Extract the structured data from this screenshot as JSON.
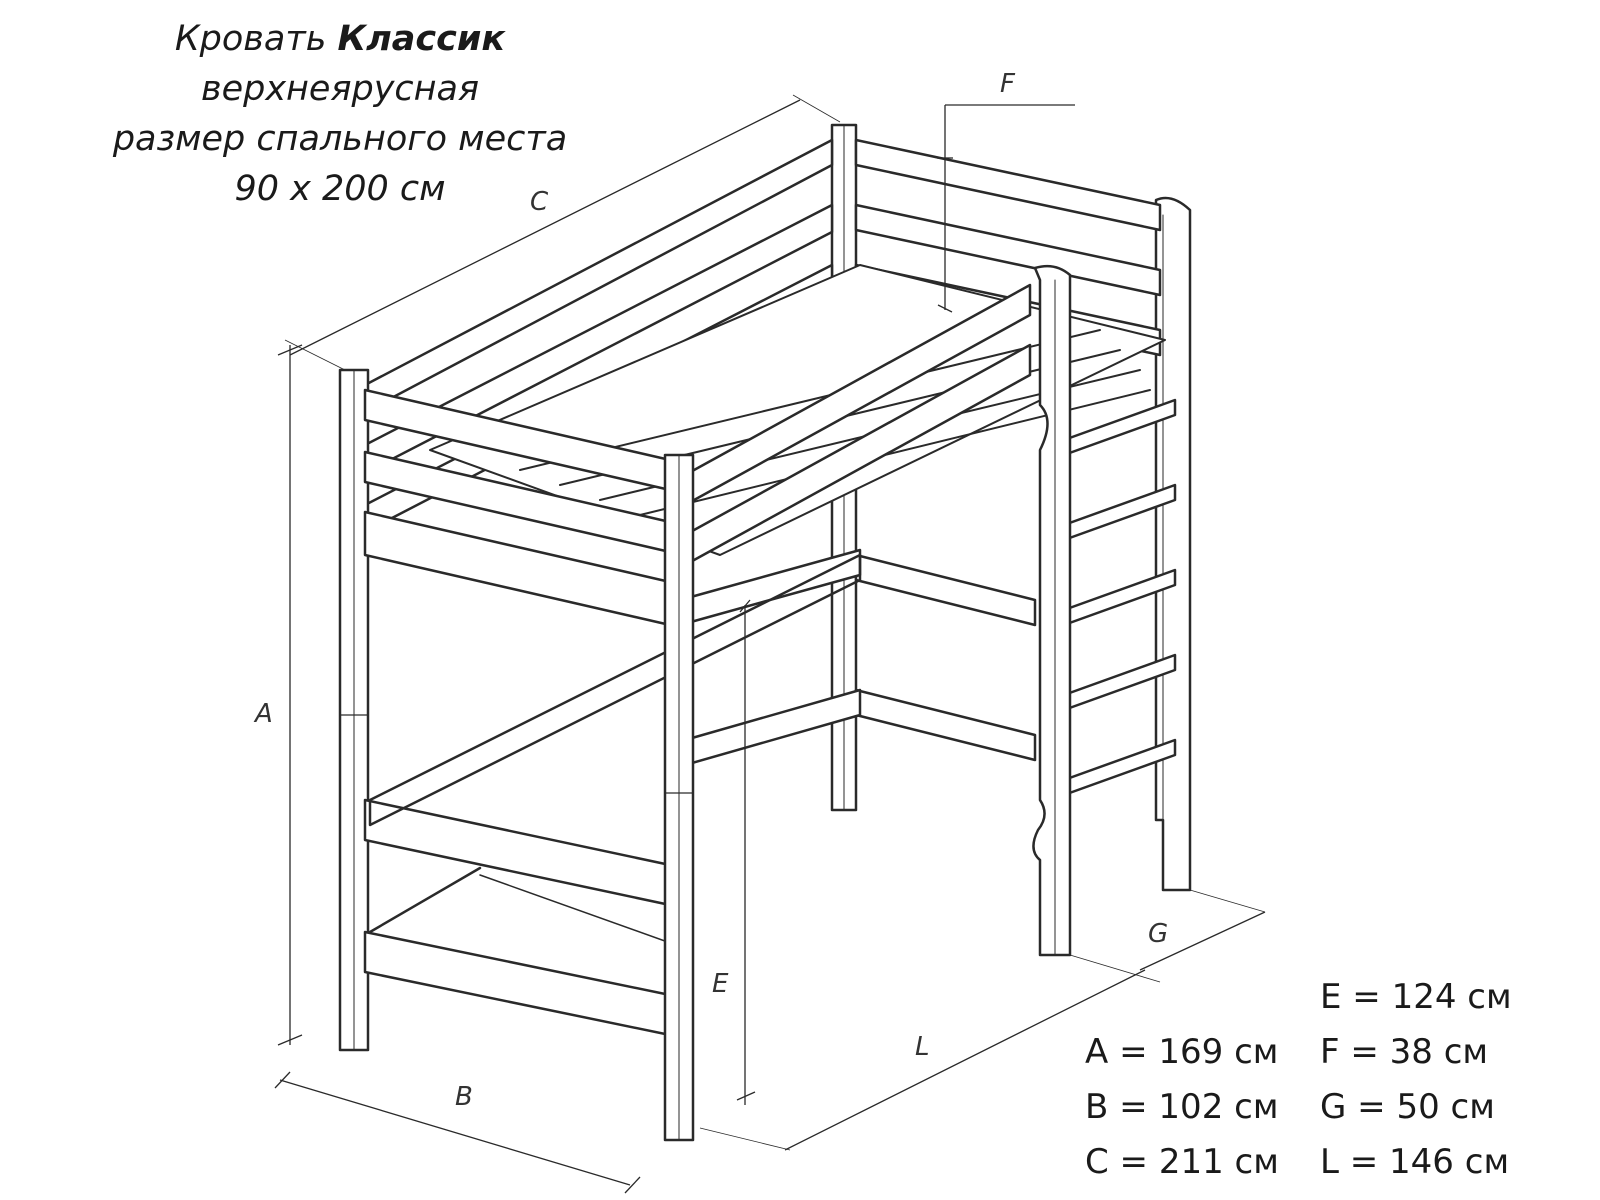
{
  "title": {
    "prefix": "Кровать ",
    "model": "Классик",
    "line2": "верхнеярусная",
    "line3": "размер спального места",
    "line4": "90 х 200 см"
  },
  "labels": {
    "A": "A",
    "B": "B",
    "C": "C",
    "E": "E",
    "F": "F",
    "G": "G",
    "L": "L"
  },
  "dimensions": [
    {
      "key": "E",
      "text": "E = 124 см"
    },
    {
      "key": "A",
      "text": "A = 169 см"
    },
    {
      "key": "F",
      "text": "F = 38 см"
    },
    {
      "key": "B",
      "text": "B = 102 см"
    },
    {
      "key": "G",
      "text": "G = 50 см"
    },
    {
      "key": "C",
      "text": "C = 211 см"
    },
    {
      "key": "L",
      "text": "L = 146 см"
    }
  ]
}
